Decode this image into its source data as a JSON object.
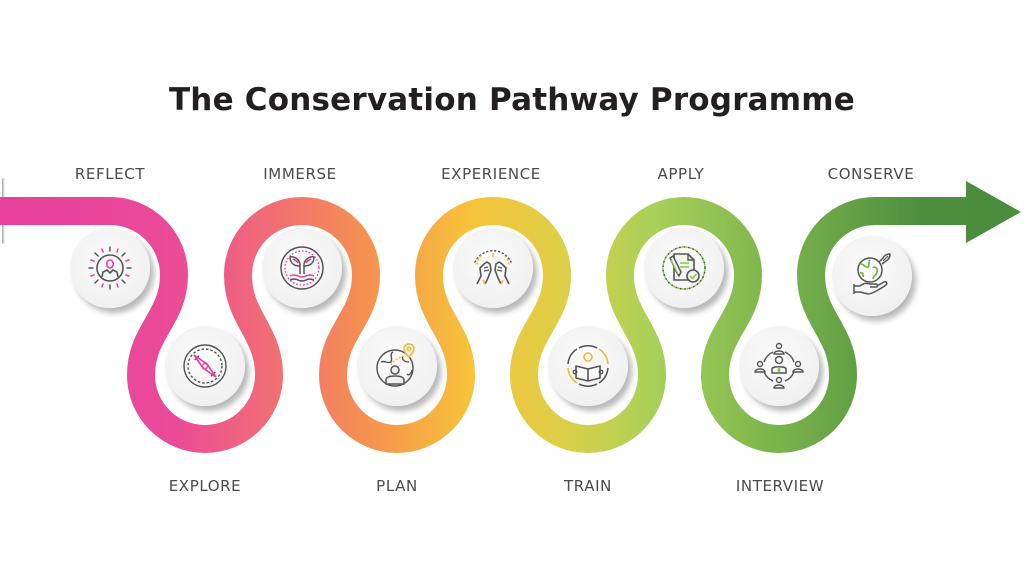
{
  "title": "The Conservation Pathway Programme",
  "colors": {
    "gradient": [
      "#e8409d",
      "#ef5d86",
      "#f3776a",
      "#f59a4f",
      "#f7c23c",
      "#d9cf48",
      "#a6cf58",
      "#78b34c",
      "#4f9140"
    ],
    "icon_stroke": "#555555",
    "label_text": "#4a4a4a",
    "title_text": "#231f20"
  },
  "steps": [
    {
      "label": "REFLECT",
      "position": "top",
      "icon": "person-sun-icon",
      "accent": "#ec3fa4"
    },
    {
      "label": "EXPLORE",
      "position": "bottom",
      "icon": "compass-icon",
      "accent": "#ec3fa4"
    },
    {
      "label": "IMMERSE",
      "position": "top",
      "icon": "whale-tail-icon",
      "accent": "#ec3fa4"
    },
    {
      "label": "PLAN",
      "position": "bottom",
      "icon": "globe-pin-person-icon",
      "accent": "#f5b731"
    },
    {
      "label": "EXPERIENCE",
      "position": "top",
      "icon": "high-five-hands-icon",
      "accent": "#f5b731"
    },
    {
      "label": "TRAIN",
      "position": "bottom",
      "icon": "reading-cycle-icon",
      "accent": "#f5b731"
    },
    {
      "label": "APPLY",
      "position": "top",
      "icon": "document-pen-check-icon",
      "accent": "#8cc63f"
    },
    {
      "label": "INTERVIEW",
      "position": "bottom",
      "icon": "group-network-icon",
      "accent": "#8cc63f"
    },
    {
      "label": "CONSERVE",
      "position": "top",
      "icon": "hand-globe-leaf-icon",
      "accent": "#6db33f"
    }
  ]
}
